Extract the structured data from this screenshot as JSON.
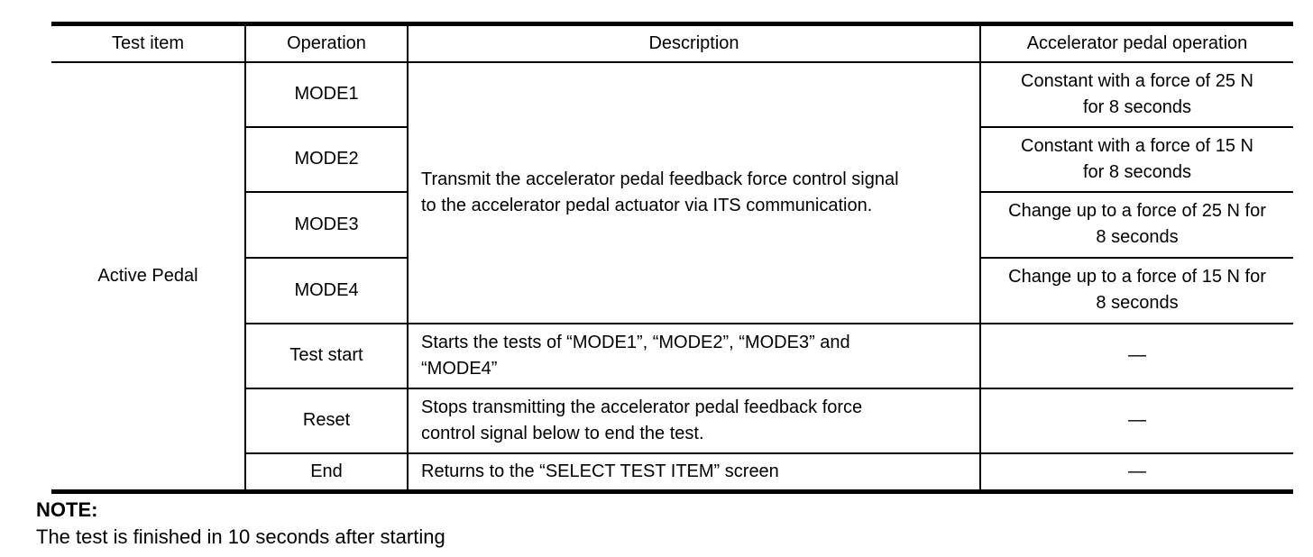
{
  "table": {
    "headers": {
      "test_item": "Test item",
      "operation": "Operation",
      "description": "Description",
      "pedal_operation": "Accelerator pedal operation"
    },
    "test_item": "Active Pedal",
    "shared_description": "Transmit the accelerator pedal feedback force control signal\nto the accelerator pedal actuator via ITS communication.",
    "rows": [
      {
        "operation": "MODE1",
        "description": "",
        "pedal_operation": "Constant with a force of 25 N\nfor 8 seconds"
      },
      {
        "operation": "MODE2",
        "description": "",
        "pedal_operation": "Constant with a force of 15 N\nfor 8 seconds"
      },
      {
        "operation": "MODE3",
        "description": "",
        "pedal_operation": "Change up to a force of 25 N for\n8 seconds"
      },
      {
        "operation": "MODE4",
        "description": "",
        "pedal_operation": "Change up to a force of 15 N for\n8 seconds"
      },
      {
        "operation": "Test start",
        "description": "Starts the tests of “MODE1”, “MODE2”, “MODE3” and\n“MODE4”",
        "pedal_operation": "—"
      },
      {
        "operation": "Reset",
        "description": "Stops transmitting the accelerator pedal feedback force\ncontrol signal below to end the test.",
        "pedal_operation": "—"
      },
      {
        "operation": "End",
        "description": "Returns to the “SELECT TEST ITEM” screen",
        "pedal_operation": "—"
      }
    ]
  },
  "note": {
    "label": "NOTE:",
    "text": "The test is finished in 10 seconds after starting"
  }
}
